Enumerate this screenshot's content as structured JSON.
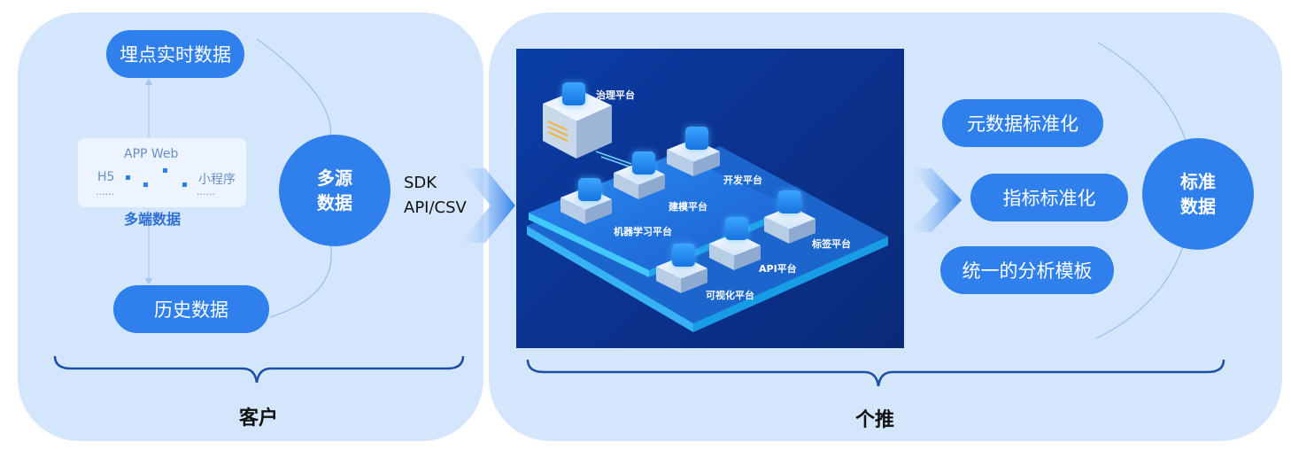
{
  "left_panel": {
    "top_pill": "埋点实时数据",
    "bottom_pill": "历史数据",
    "terminals": {
      "app_web": "APP Web",
      "h5": "H5",
      "mini_program": "小程序",
      "ellipsis_left": "......",
      "ellipsis_right": "......",
      "caption": "多端数据"
    },
    "circle_line1": "多源",
    "circle_line2": "数据",
    "section_label": "客户"
  },
  "transfer": {
    "line1": "SDK",
    "line2": "API/CSV"
  },
  "platform": {
    "governance": "治理平台",
    "development": "开发平台",
    "modeling": "建模平台",
    "machine_learning": "机器学习平台",
    "tagging": "标签平台",
    "api": "API平台",
    "visualization": "可视化平台"
  },
  "right_panel": {
    "pill1": "元数据标准化",
    "pill2": "指标标准化",
    "pill3": "统一的分析模板",
    "circle_line1": "标准",
    "circle_line2": "数据",
    "section_label": "个推"
  },
  "colors": {
    "panel_bg": "#d3e6fb",
    "accent_blue": "#2f80ec",
    "brace": "#1f4ea8",
    "platform_bg": "#0b3390"
  }
}
